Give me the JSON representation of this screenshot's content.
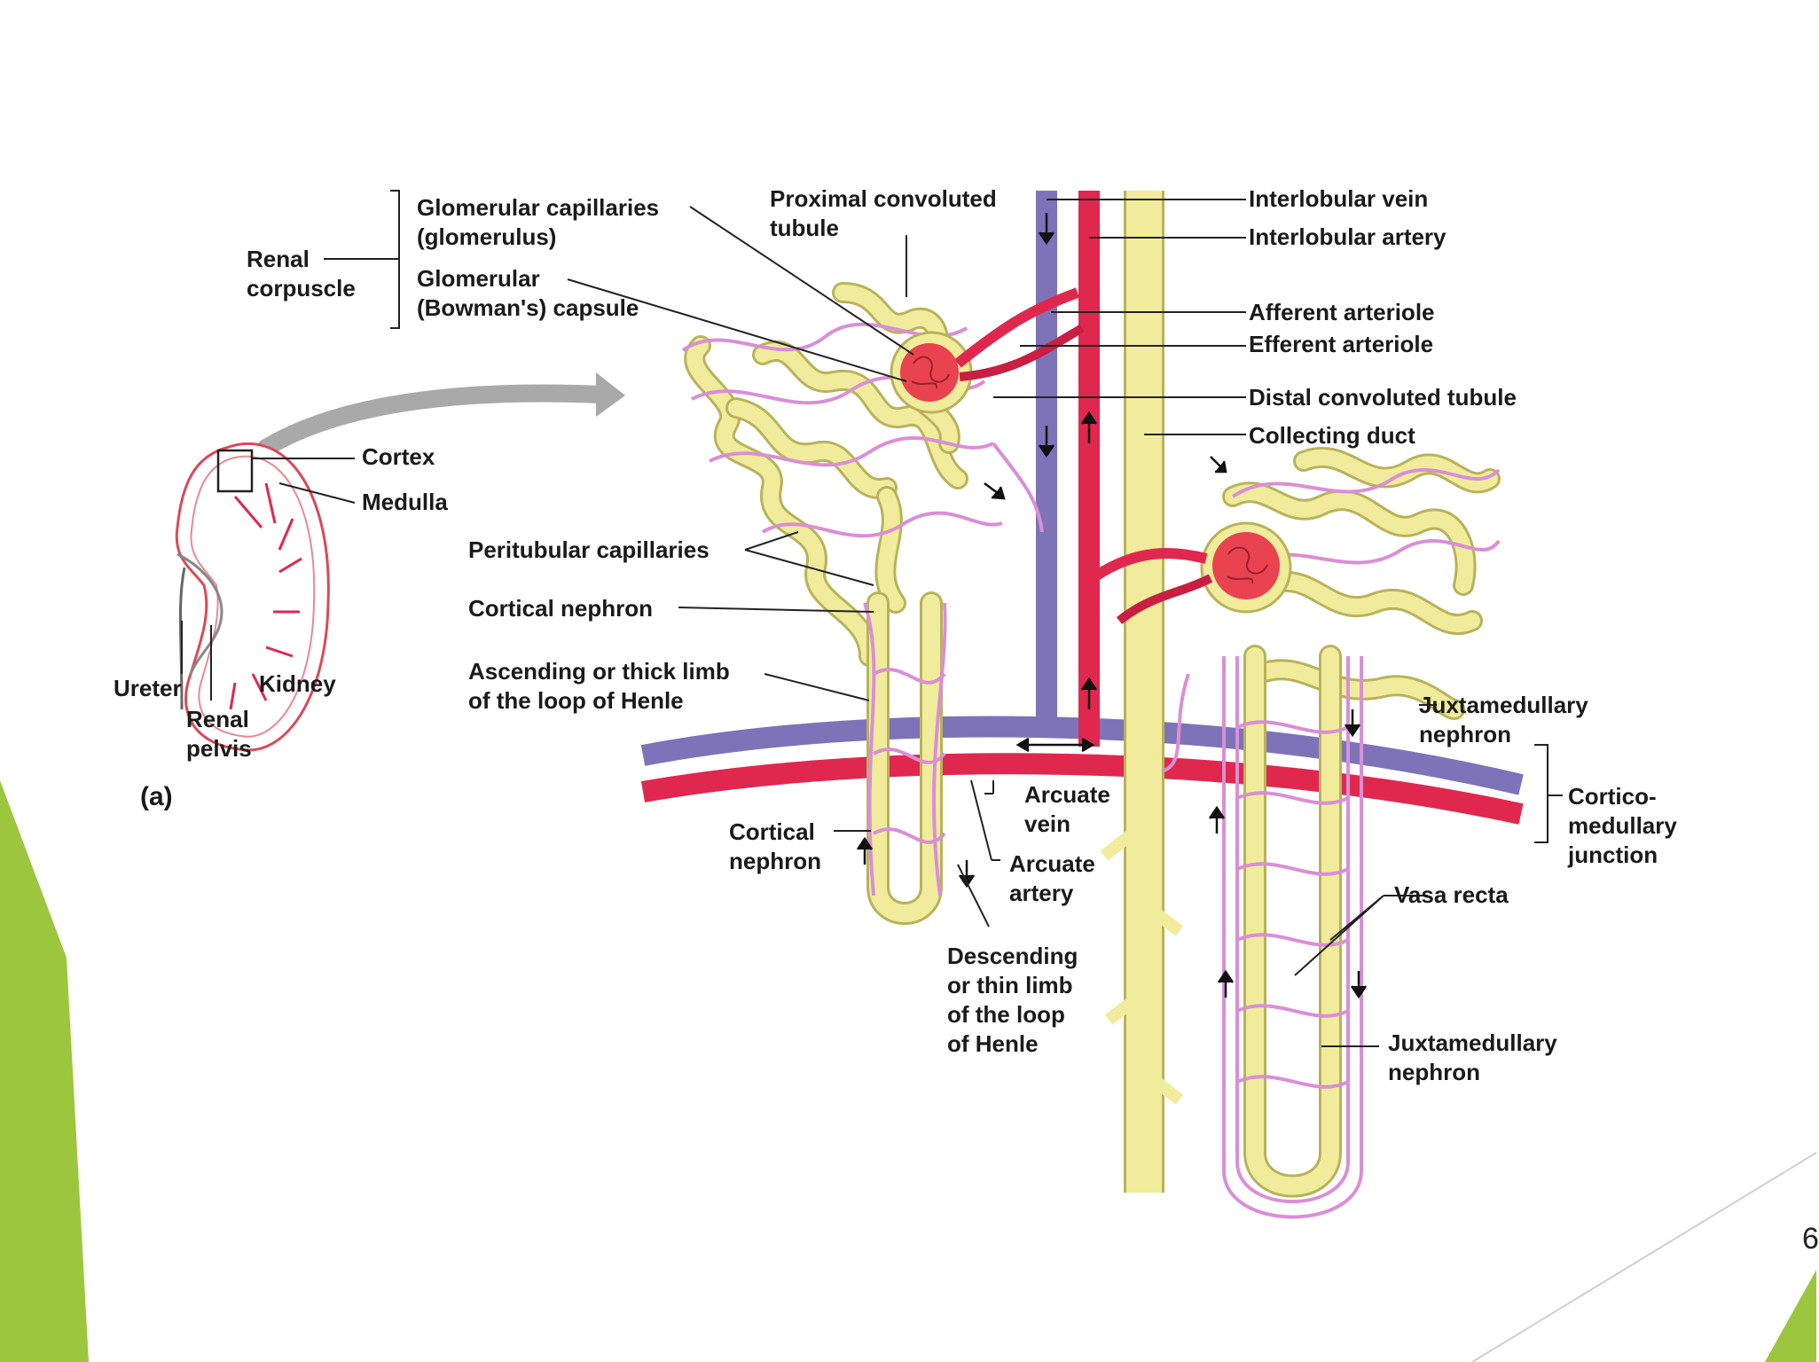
{
  "slide": {
    "page_number": "6",
    "accent_color": "#9dc63f"
  },
  "diagram": {
    "kidney": {
      "panel_label": "(a)",
      "cortex": "Cortex",
      "medulla": "Medulla",
      "ureter": "Ureter",
      "renal_pelvis": "Renal\npelvis",
      "kidney": "Kidney"
    },
    "labels": {
      "renal_corpuscle": "Renal\ncorpuscle",
      "glomerular_capillaries": "Glomerular capillaries\n(glomerulus)",
      "glomerular_capsule": "Glomerular\n(Bowman's) capsule",
      "proximal_tubule": "Proximal convoluted\ntubule",
      "interlobular_vein": "Interlobular vein",
      "interlobular_artery": "Interlobular artery",
      "afferent_arteriole": "Afferent arteriole",
      "efferent_arteriole": "Efferent arteriole",
      "distal_tubule": "Distal convoluted tubule",
      "collecting_duct": "Collecting duct",
      "peritubular_capillaries": "Peritubular capillaries",
      "cortical_nephron_upper": "Cortical nephron",
      "ascending_limb": "Ascending or thick limb\nof the loop of Henle",
      "cortical_nephron_lower": "Cortical\nnephron",
      "arcuate_vein": "Arcuate\nvein",
      "arcuate_artery": "Arcuate\nartery",
      "descending_limb": "Descending\nor thin limb\nof the loop\nof Henle",
      "juxtamedullary_upper": "Juxtamedullary\nnephron",
      "corticomedullary": "Cortico-\nmedullary\njunction",
      "vasa_recta": "Vasa recta",
      "juxtamedullary_lower": "Juxtamedullary\nnephron"
    },
    "colors": {
      "tubule": "#f0ec9c",
      "tubule_outline": "#b8b35a",
      "capillary": "#d98fd6",
      "artery": "#e0284f",
      "vein": "#7e73b8",
      "glomerulus": "#e8434f",
      "arrow": "#a9a9a9"
    }
  }
}
